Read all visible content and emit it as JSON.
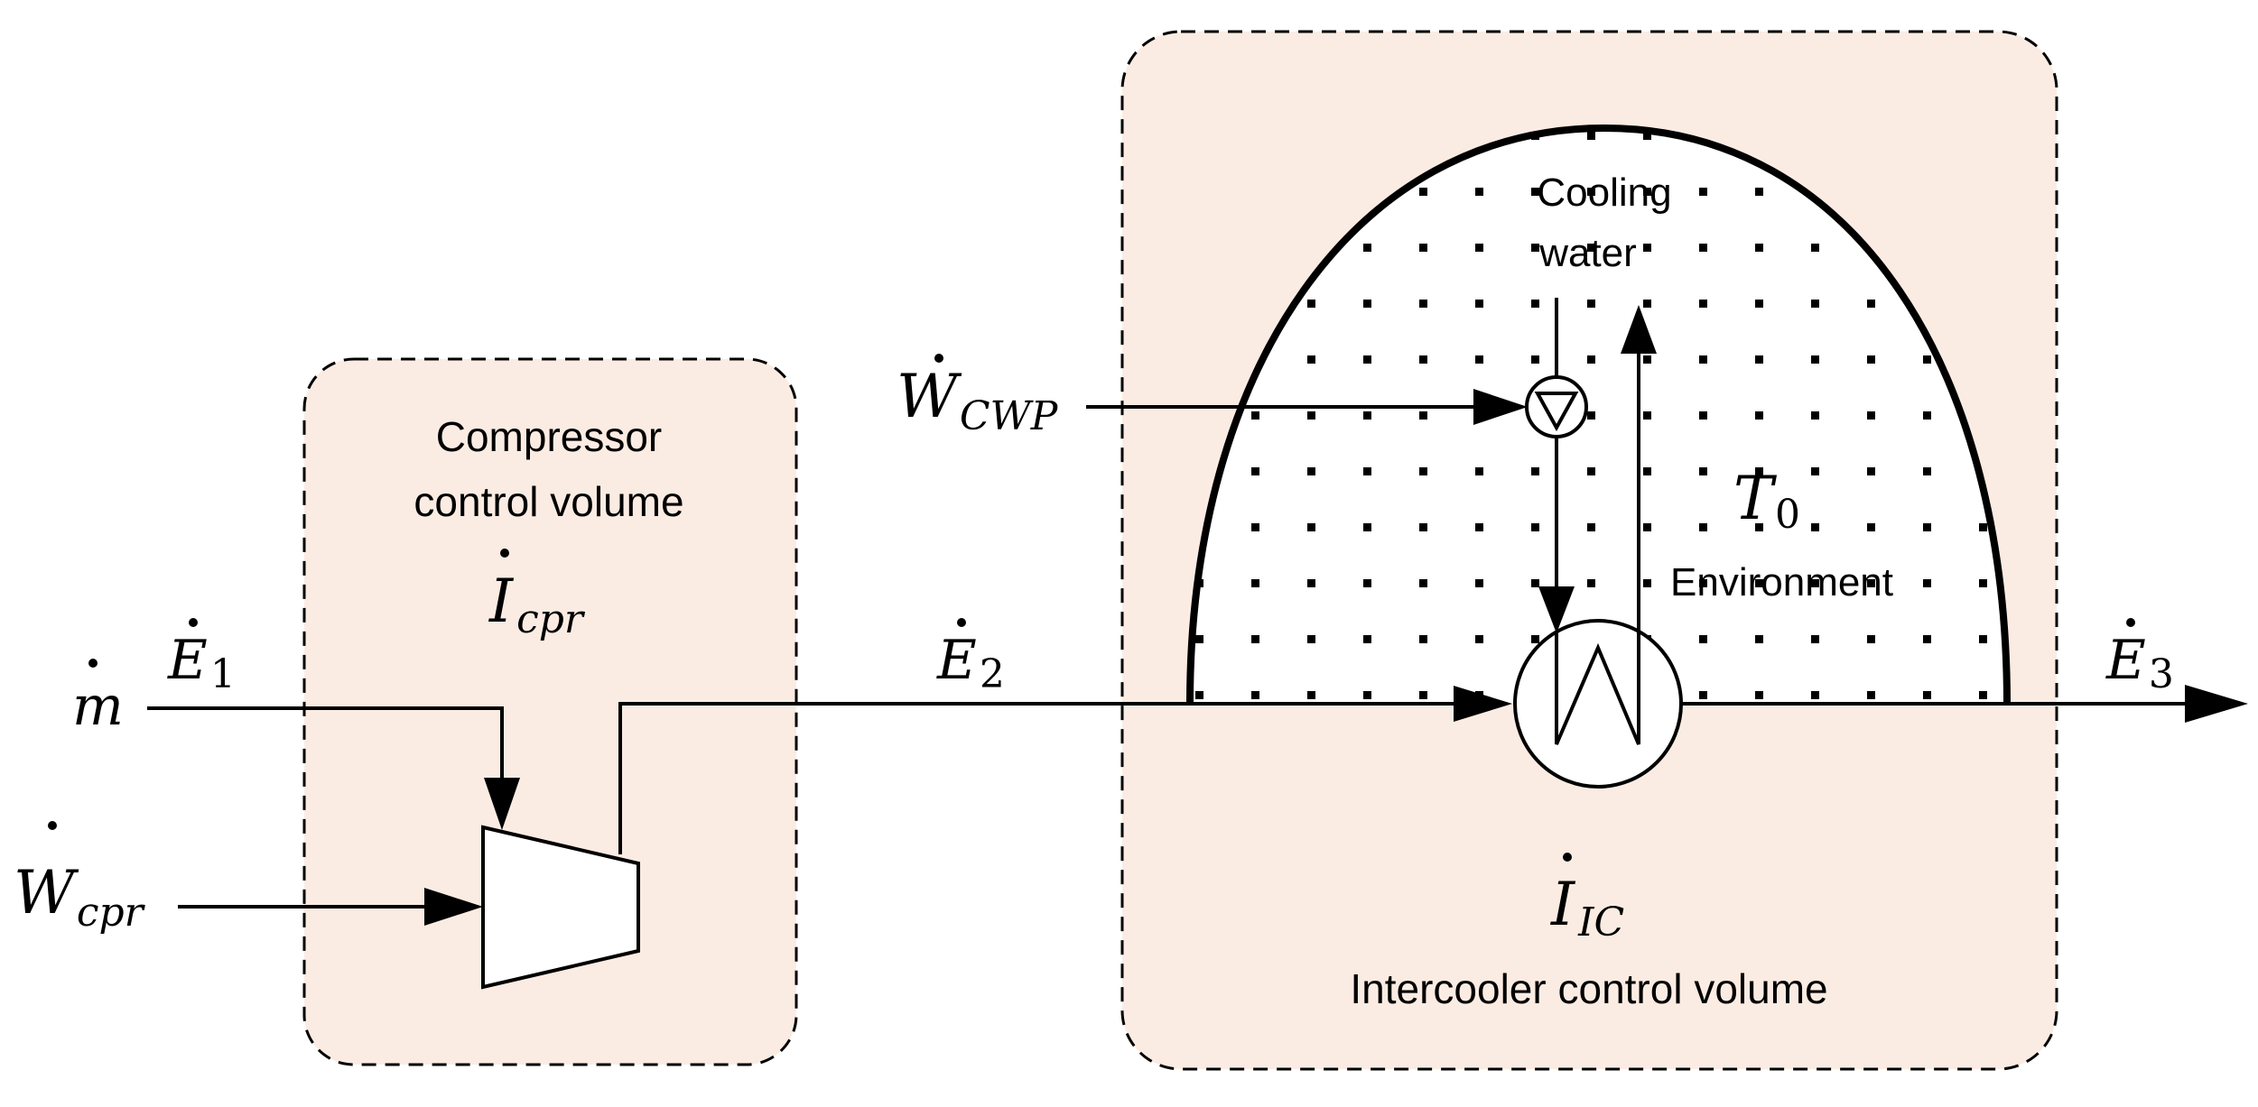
{
  "colors": {
    "control_volume_fill": "#fbece3",
    "line": "#000000",
    "background": "#ffffff"
  },
  "compressor_cv": {
    "title_line1": "Compressor",
    "title_line2": "control volume",
    "irreversibility": {
      "symbol": "I",
      "subscript": "cpr"
    }
  },
  "intercooler_cv": {
    "title": "Intercooler control volume",
    "irreversibility": {
      "symbol": "I",
      "subscript": "IC"
    }
  },
  "environment": {
    "label": "Environment",
    "temperature": {
      "symbol": "T",
      "subscript": "0"
    }
  },
  "cooling_water": {
    "line1": "Cooling",
    "line2": "water"
  },
  "streams": {
    "mass_flow": {
      "symbol": "m"
    },
    "E1": {
      "symbol": "E",
      "subscript": "1"
    },
    "E2": {
      "symbol": "E",
      "subscript": "2"
    },
    "E3": {
      "symbol": "E",
      "subscript": "3"
    },
    "W_cpr": {
      "symbol": "W",
      "subscript": "cpr"
    },
    "W_CWP": {
      "symbol": "W",
      "subscript": "CWP"
    }
  },
  "icons": [
    "compressor-icon",
    "pump-icon",
    "heat-exchanger-icon"
  ]
}
